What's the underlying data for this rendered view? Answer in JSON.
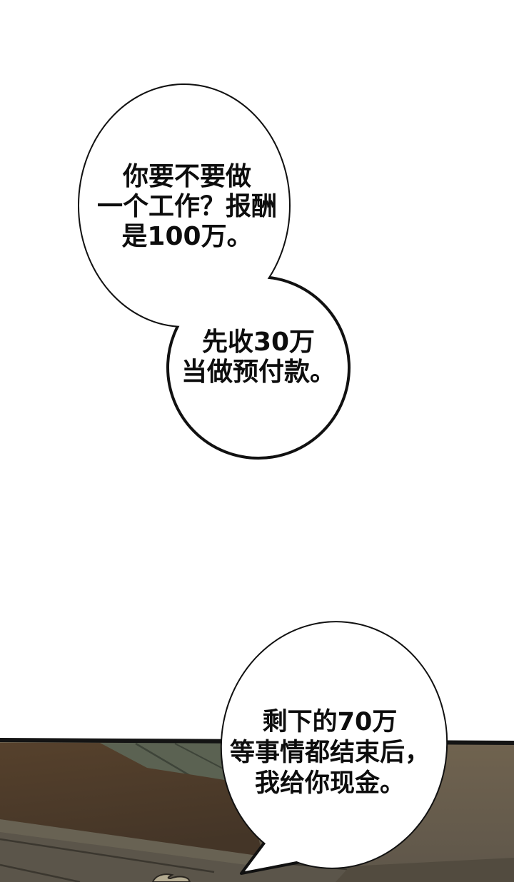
{
  "scene": {
    "type": "comic-panel",
    "background": "#ffffff",
    "outline_color": "#111111",
    "bubble_fill": "#ffffff",
    "wood": {
      "divider_color": "#141414",
      "base_top": "#70634f",
      "base_bottom": "#5e564a",
      "beam_top": "#56412c",
      "beam_bottom": "#443527",
      "green_plank": "#5b6252",
      "green_seam": "#3e4439",
      "floor": "#5b554a",
      "floor_light": "#686253",
      "floor_seam": "#3b372f",
      "corner_shadow": "#524b3f",
      "tuft_fill": "#b3aa90",
      "tuft_outline": "#2a2620"
    }
  },
  "bubbles": [
    {
      "name": "offer",
      "lines": [
        "你要不要做",
        "一个工作？报酬",
        "是100万。"
      ]
    },
    {
      "name": "advance-payment",
      "lines": [
        "先收30万",
        "当做预付款。"
      ]
    },
    {
      "name": "remainder",
      "lines": [
        "剩下的70万",
        "等事情都结束后，",
        "我给你现金。"
      ]
    }
  ]
}
